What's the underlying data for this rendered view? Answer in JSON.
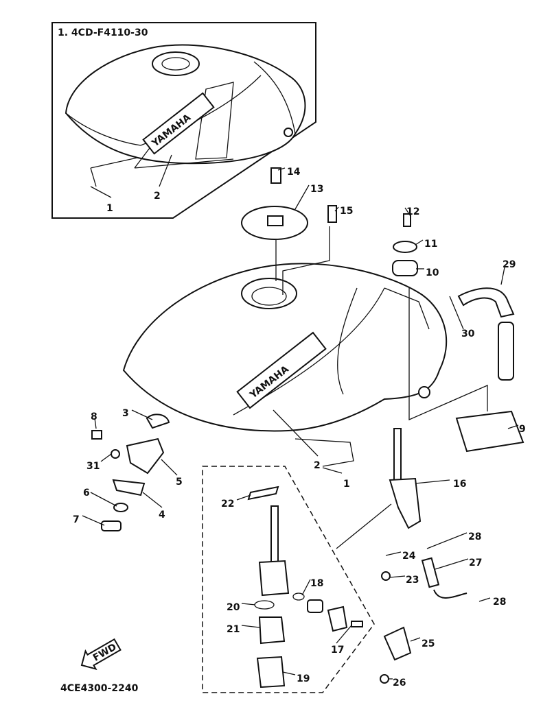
{
  "inset": {
    "label": "1. 4CD-F4110-30"
  },
  "logo_text": "YAMAHA",
  "fwd_label": "FWD",
  "diagram_code": "4CE4300-2240",
  "callouts": [
    "14",
    "13",
    "15",
    "12",
    "11",
    "10",
    "29",
    "30",
    "9",
    "8",
    "3",
    "31",
    "5",
    "6",
    "4",
    "7",
    "2",
    "1",
    "2",
    "1",
    "16",
    "22",
    "28",
    "24",
    "23",
    "27",
    "18",
    "20",
    "28",
    "21",
    "17",
    "25",
    "19",
    "26"
  ]
}
